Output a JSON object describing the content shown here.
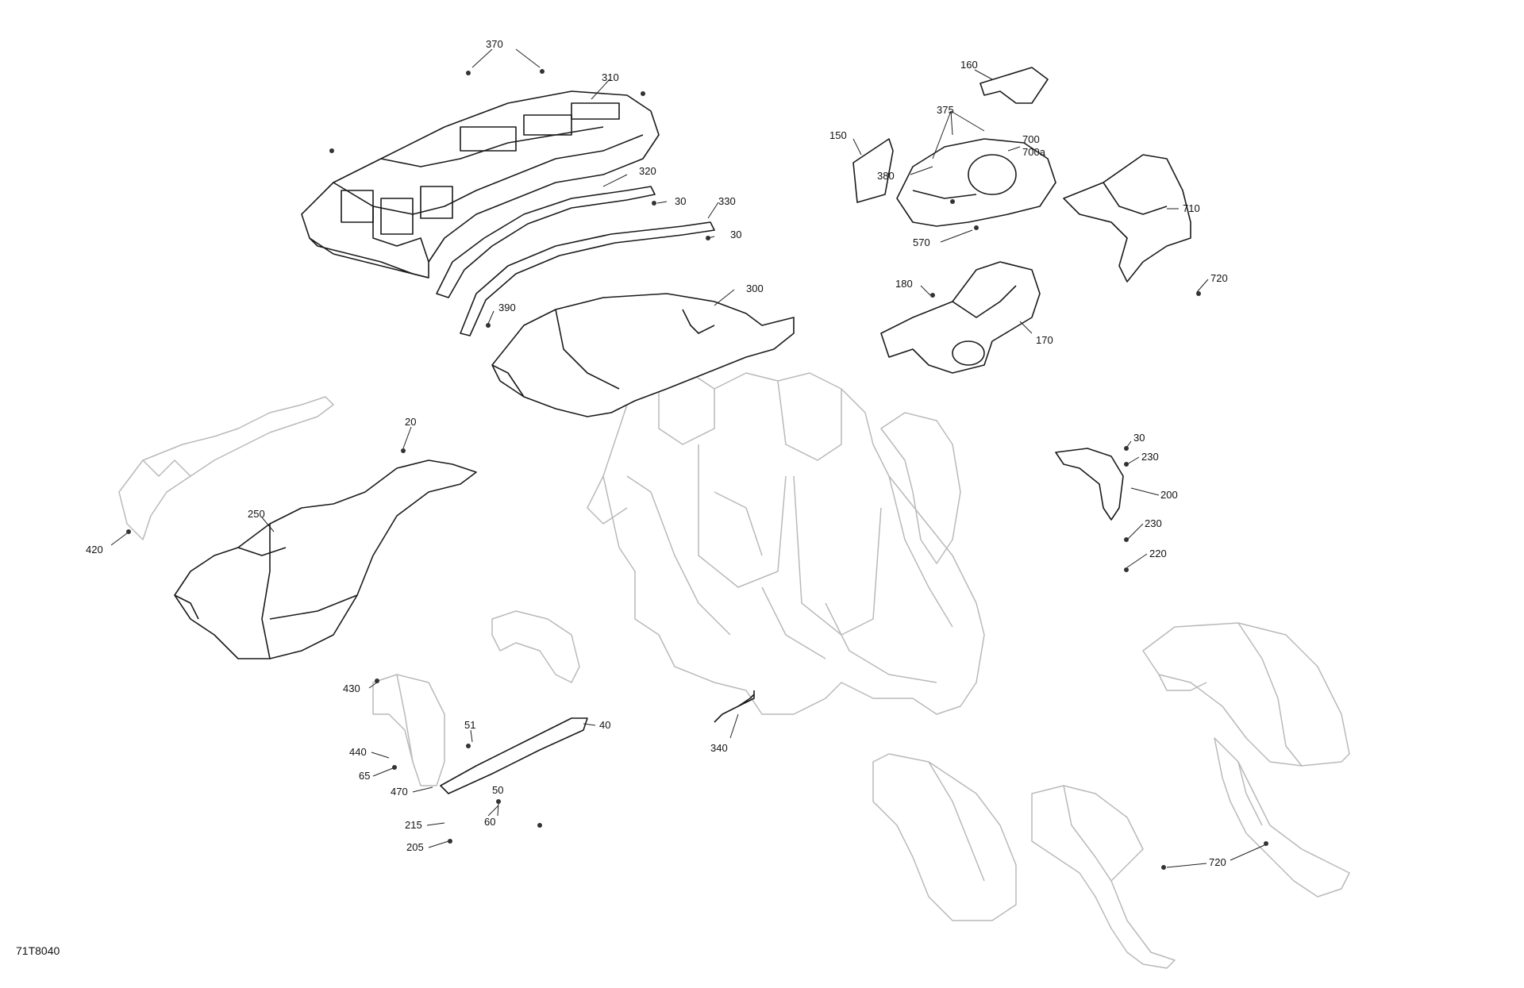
{
  "diagram_code": "71T8040",
  "part_labels": {
    "p370": "370",
    "p310": "310",
    "p320": "320",
    "p30a": "30",
    "p330": "330",
    "p30b": "30",
    "p390": "390",
    "p300": "300",
    "p160": "160",
    "p375": "375",
    "p150": "150",
    "p700": "700",
    "p700a": "700a",
    "p380": "380",
    "p570": "570",
    "p710": "710",
    "p720a": "720",
    "p180": "180",
    "p170": "170",
    "p20": "20",
    "p250": "250",
    "p420": "420",
    "p30c": "30",
    "p230a": "230",
    "p200": "200",
    "p230b": "230",
    "p220": "220",
    "p430": "430",
    "p40": "40",
    "p51": "51",
    "p440": "440",
    "p65": "65",
    "p50": "50",
    "p470": "470",
    "p215": "215",
    "p60": "60",
    "p205": "205",
    "p340": "340",
    "p720b": "720"
  }
}
